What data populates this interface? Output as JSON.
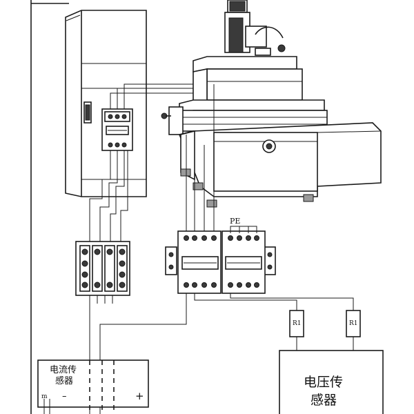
{
  "labels": {
    "current_sensor": "电流传\n感器",
    "voltage_sensor": "电压传\n感器",
    "pe": "PE",
    "r1_left": "R1",
    "r1_right": "R1",
    "terminal_m": "m",
    "terminal_minus": "–",
    "terminal_plus": "+"
  },
  "colors": {
    "line": "#1a1a1a",
    "background": "#ffffff",
    "shade": "#9a9a9a"
  }
}
